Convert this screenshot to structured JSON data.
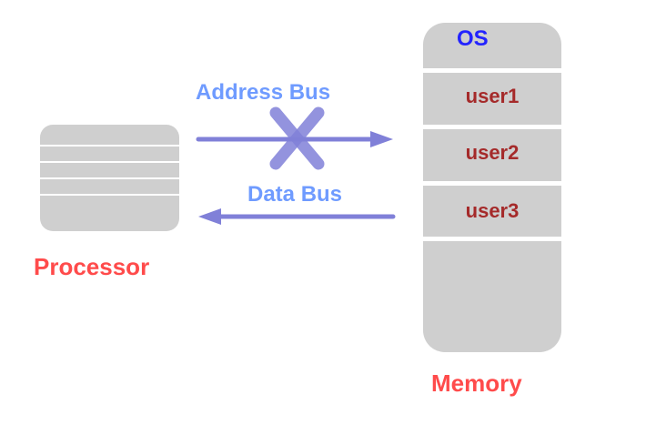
{
  "processor": {
    "label": "Processor"
  },
  "memory": {
    "label": "Memory",
    "segments": [
      "OS",
      "user1",
      "user2",
      "user3"
    ]
  },
  "buses": {
    "address_label": "Address Bus",
    "data_label": "Data Bus",
    "address_blocked": true
  },
  "colors": {
    "component_fill": "#cfcfcf",
    "label_red": "#ff4b4b",
    "bus_blue": "#6f9bff",
    "arrow_purple": "#8080d8",
    "os_blue": "#2323ff",
    "user_text": "#a52a2a"
  }
}
